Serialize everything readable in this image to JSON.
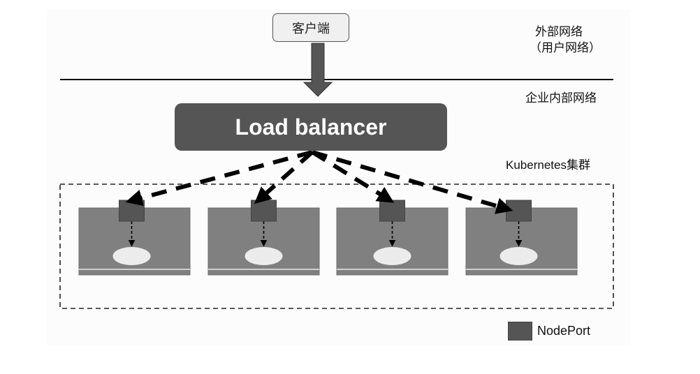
{
  "diagram": {
    "client": {
      "label": "客户端"
    },
    "zones": {
      "external": {
        "line1": "外部网络",
        "line2": "（用户网络）"
      },
      "internal": {
        "label": "企业内部网络"
      },
      "cluster": {
        "label": "Kubernetes集群"
      }
    },
    "load_balancer": {
      "label": "Load balancer"
    },
    "nodes": [
      {
        "id": "node-1",
        "has_nodeport": true,
        "has_pod": true
      },
      {
        "id": "node-2",
        "has_nodeport": true,
        "has_pod": true
      },
      {
        "id": "node-3",
        "has_nodeport": true,
        "has_pod": true
      },
      {
        "id": "node-4",
        "has_nodeport": true,
        "has_pod": true
      }
    ],
    "legend": [
      {
        "icon": "dark-square",
        "label": "NodePort"
      }
    ],
    "edges": [
      {
        "from": "client",
        "to": "load_balancer",
        "style": "solid-block-arrow"
      },
      {
        "from": "load_balancer",
        "to": "node-1",
        "style": "bold-dashed-arrow"
      },
      {
        "from": "load_balancer",
        "to": "node-2",
        "style": "bold-dashed-arrow"
      },
      {
        "from": "load_balancer",
        "to": "node-3",
        "style": "bold-dashed-arrow"
      },
      {
        "from": "load_balancer",
        "to": "node-4",
        "style": "bold-dashed-arrow"
      },
      {
        "from": "nodeport",
        "to": "pod",
        "style": "thin-dashed-arrow",
        "per_node": true
      }
    ],
    "colors": {
      "dark": "#555555",
      "node": "#808080",
      "pod": "#ececec",
      "client_fill": "#f0f0f0"
    }
  }
}
